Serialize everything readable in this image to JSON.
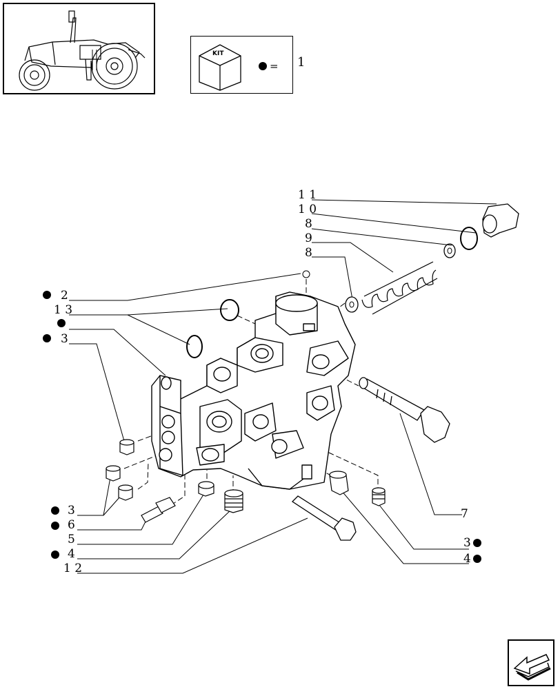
{
  "kit": {
    "label": "KIT",
    "equals": "=",
    "quantity": "1"
  },
  "callouts": [
    {
      "id": "c11",
      "text": "1 1"
    },
    {
      "id": "c10",
      "text": "1 0"
    },
    {
      "id": "c8a",
      "text": "8"
    },
    {
      "id": "c9",
      "text": "9"
    },
    {
      "id": "c8b",
      "text": "8"
    },
    {
      "id": "c2",
      "text": "2"
    },
    {
      "id": "c13",
      "text": "1 3"
    },
    {
      "id": "c3a",
      "text": "3"
    },
    {
      "id": "c3b",
      "text": "3"
    },
    {
      "id": "c6",
      "text": "6"
    },
    {
      "id": "c5",
      "text": "5"
    },
    {
      "id": "c4a",
      "text": "4"
    },
    {
      "id": "c12",
      "text": "1 2"
    },
    {
      "id": "c7",
      "text": "7"
    },
    {
      "id": "c3c",
      "text": "3"
    },
    {
      "id": "c4b",
      "text": "4"
    }
  ],
  "icons": {
    "thumbnail": "tractor-icon",
    "kit": "kit-box-icon",
    "kit_marker": "filled-dot-icon",
    "nav": "back-arrow-icon"
  },
  "colors": {
    "line": "#000000",
    "background": "#ffffff"
  }
}
